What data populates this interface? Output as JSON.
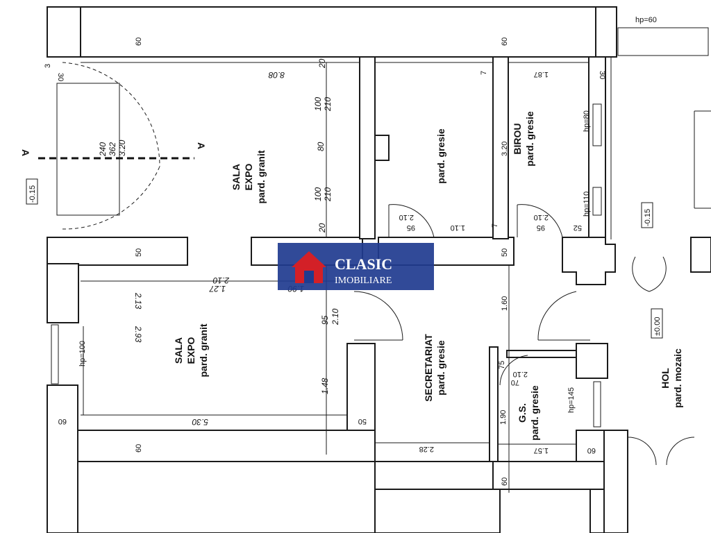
{
  "rooms": {
    "sala_expo_top": [
      "SALA",
      "EXPO",
      "pard. granit"
    ],
    "room_mid_top": [
      "pard. gresie"
    ],
    "birou": [
      "BIROU",
      "pard. gresie"
    ],
    "sala_expo_bottom": [
      "SALA",
      "EXPO",
      "pard. granit"
    ],
    "secretariat": [
      "SECRETARIAT",
      "pard. gresie"
    ],
    "gs": [
      "G.S.",
      "pard. gresie"
    ],
    "hol": [
      "HOL",
      "pard. mozaic"
    ]
  },
  "levels": {
    "left": "-0.15",
    "right": "-0.15",
    "hol": "±0.00"
  },
  "section_markers": {
    "left": "A",
    "right": "A"
  },
  "dimensions": {
    "d_60_top_left": "60",
    "d_60_top_right": "60",
    "d_808": "8.08",
    "d_20_top": "20",
    "d_100_top": "100",
    "d_210_top": "210",
    "d_80": "80",
    "d_100_bottom": "100",
    "d_210_bottom": "210",
    "d_20_bottom": "20",
    "d_187": "1.87",
    "d_30_right": "30",
    "d_320_birou": "3.20",
    "d_hp80": "hp=80",
    "d_hp110": "hp=110",
    "d_210_door1": "2.10",
    "d_95_door1": "95",
    "d_110": "1.10",
    "d_7_a": "7",
    "d_210_door2": "2.10",
    "d_95_door2": "95",
    "d_52": "52",
    "d_240": "240",
    "d_362": "362",
    "d_320_left": "3.20",
    "d_30_small": "30",
    "d_3": "3",
    "d_50_left": "50",
    "d_50_mid": "50",
    "d_210_sala": "2.10",
    "d_127": "1.27",
    "d_213": "2.13",
    "d_190_top": "1.90",
    "d_95_vert": "95",
    "d_210_vert": "2.10",
    "d_160": "1.60",
    "d_293": "2.93",
    "d_148": "1.48",
    "d_hp100": "hp=100",
    "d_60_left": "60",
    "d_530": "5.30",
    "d_50_bottom": "50",
    "d_60_bottom_left": "60",
    "d_228": "2.28",
    "d_60_bottom_mid": "60",
    "d_75": "75",
    "d_210_gs": "2.10",
    "d_70": "70",
    "d_190_gs": "1.90",
    "d_hp145": "hp=145",
    "d_157": "1.57",
    "d_60_bottom_right": "60",
    "d_hp60": "hp=60"
  },
  "logo": {
    "line1": "CLASIC",
    "line2": "IMOBILIARE",
    "color_bg": "#1f3b8f",
    "color_house": "#d32027"
  }
}
